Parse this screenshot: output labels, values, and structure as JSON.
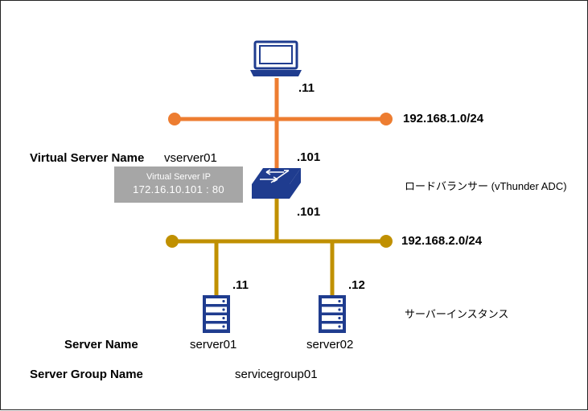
{
  "colors": {
    "network1": "#ed7d31",
    "network2": "#c09000",
    "device": "#1f3c8f",
    "vip_box": "#a6a6a6"
  },
  "icons": {
    "client": "laptop-icon",
    "load_balancer": "switch-icon",
    "servers": "server-icon"
  },
  "network1": {
    "cidr": "192.168.1.0/24",
    "client_host": ".11",
    "lb_host": ".101"
  },
  "network2": {
    "cidr": "192.168.2.0/24",
    "lb_host": ".101",
    "server1_host": ".11",
    "server2_host": ".12"
  },
  "virtual_server": {
    "name_label": "Virtual Server Name",
    "name_value": "vserver01",
    "ip_label": "Virtual Server IP",
    "ip_value": "172.16.10.101 : 80"
  },
  "load_balancer_label": "ロードバランサー (vThunder ADC)",
  "server_instances_label": "サーバーインスタンス",
  "servers": {
    "name_label": "Server Name",
    "server1": "server01",
    "server2": "server02",
    "group_label": "Server Group Name",
    "group_value": "servicegroup01"
  }
}
